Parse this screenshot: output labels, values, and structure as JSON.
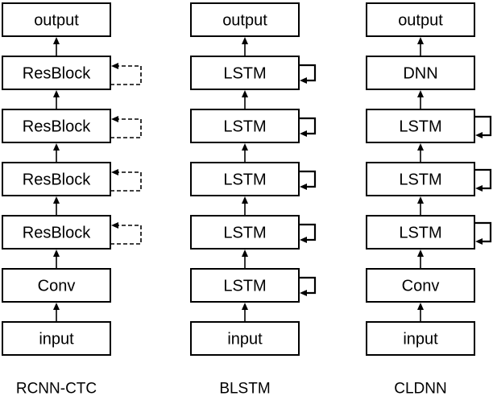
{
  "colors": {
    "stroke": "#000000",
    "background": "#ffffff"
  },
  "diagrams": [
    {
      "title": "RCNN-CTC",
      "blocks": [
        "input",
        "Conv",
        "ResBlock",
        "ResBlock",
        "ResBlock",
        "ResBlock",
        "output"
      ],
      "loops": [
        "",
        "",
        "dashed",
        "dashed",
        "dashed",
        "dashed",
        ""
      ]
    },
    {
      "title": "BLSTM",
      "blocks": [
        "input",
        "LSTM",
        "LSTM",
        "LSTM",
        "LSTM",
        "LSTM",
        "output"
      ],
      "loops": [
        "",
        "double",
        "double",
        "double",
        "double",
        "double",
        ""
      ]
    },
    {
      "title": "CLDNN",
      "blocks": [
        "input",
        "Conv",
        "LSTM",
        "LSTM",
        "LSTM",
        "DNN",
        "output"
      ],
      "loops": [
        "",
        "",
        "single",
        "single",
        "single",
        "",
        ""
      ]
    }
  ]
}
